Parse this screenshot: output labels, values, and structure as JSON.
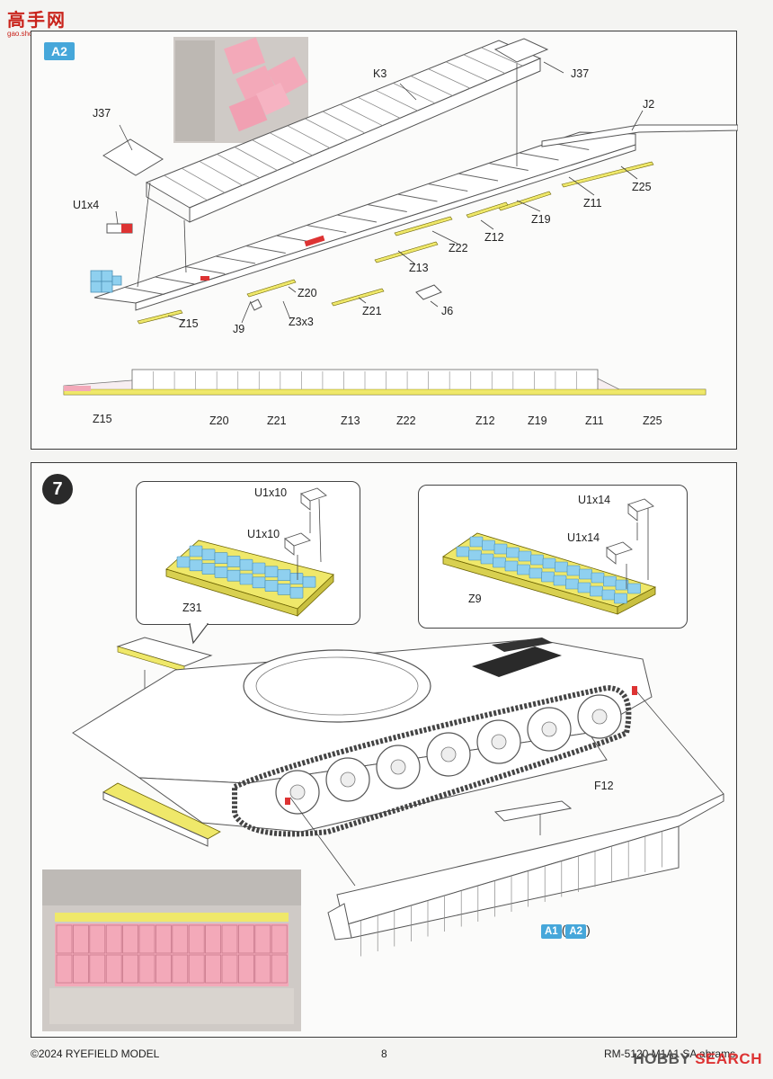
{
  "site_logo": {
    "text": "高手网",
    "url": "gao.shou.com"
  },
  "panel_a2": {
    "badge": "A2",
    "labels": {
      "k3": "K3",
      "j37_top": "J37",
      "j37_left": "J37",
      "j2": "J2",
      "u1x4": "U1x4",
      "z25": "Z25",
      "z11": "Z11",
      "z19": "Z19",
      "z12": "Z12",
      "z22": "Z22",
      "z13": "Z13",
      "z20": "Z20",
      "z21": "Z21",
      "j6": "J6",
      "z15": "Z15",
      "j9": "J9",
      "z3x3": "Z3x3"
    },
    "side_labels": [
      "Z15",
      "Z20",
      "Z21",
      "Z13",
      "Z22",
      "Z12",
      "Z19",
      "Z11",
      "Z25"
    ]
  },
  "panel_7": {
    "step": "7",
    "callout_left": {
      "u1a": "U1x10",
      "u1b": "U1x10",
      "part": "Z31"
    },
    "callout_right": {
      "u1a": "U1x14",
      "u1b": "U1x14",
      "part": "Z9"
    },
    "f12": "F12",
    "refs": {
      "open": "(",
      "a1": "A1",
      "a2": "A2",
      "close": ")"
    }
  },
  "footer": {
    "copyright": "©2024 RYEFIELD MODEL",
    "page": "8",
    "product": "RM-5120 M1A1 SA abrams"
  },
  "watermark": {
    "brand": "HOBBY",
    "brand2": "SEARCH"
  },
  "colors": {
    "accent_blue": "#46a7da",
    "reactive_blue": "#8fd0ef",
    "yellow": "#efe86a",
    "pink": "#f3a9b9",
    "red": "#d33"
  }
}
